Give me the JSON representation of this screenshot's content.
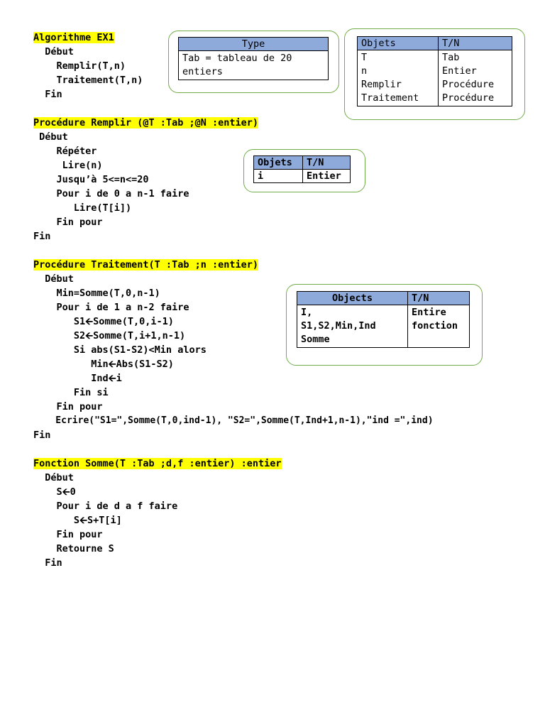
{
  "algorithm": {
    "lines": [
      "Algorithme EX1",
      "  Début",
      "    Remplir(T,n)",
      "    Traitement(T,n)",
      "  Fin"
    ]
  },
  "type_table": {
    "header": "Type",
    "value": [
      "Tab = tableau de 20",
      "entiers"
    ]
  },
  "objects_table_main": {
    "headers": [
      "Objets",
      "T/N"
    ],
    "names": [
      "T",
      "n",
      "Remplir",
      "Traitement"
    ],
    "types": [
      "Tab",
      "Entier",
      "Procédure",
      "Procédure"
    ]
  },
  "remplir": {
    "lines": [
      "Procédure Remplir (@T :Tab ;@N :entier)",
      " Début",
      "    Répéter",
      "     Lire(n)",
      "    Jusqu’à 5<=n<=20",
      "    Pour i de 0 a n-1 faire",
      "       Lire(T[i])",
      "    Fin pour",
      "Fin"
    ]
  },
  "objects_table_remplir": {
    "headers": [
      "Objets",
      "T/N"
    ],
    "names": [
      "i"
    ],
    "types": [
      "Entier"
    ]
  },
  "traitement": {
    "lines": [
      "Procédure Traitement(T :Tab ;n :entier)",
      "  Début",
      "    Min=Somme(T,0,n-1)",
      "    Pour i de 1 a n-2 faire",
      "       S1🡨Somme(T,0,i-1)",
      "       S2🡨Somme(T,i+1,n-1)",
      "       Si abs(S1-S2)<Min alors",
      "          Min🡨Abs(S1-S2)",
      "          Ind🡨i",
      "       Fin si",
      "    Fin pour",
      "    Ecrire(\"S1=\",Somme(T,0,ind-1), \"S2=\",Somme(T,Ind+1,n-1),\"ind =\",ind)",
      "Fin"
    ]
  },
  "objects_table_traitement": {
    "headers": [
      "Objects",
      "T/N"
    ],
    "names": [
      "I,",
      "S1,S2,Min,Ind",
      "Somme"
    ],
    "types": [
      "Entire",
      "fonction"
    ]
  },
  "somme": {
    "lines": [
      "Fonction Somme(T :Tab ;d,f :entier) :entier",
      "  Début",
      "    S🡨0",
      "    Pour i de d a f faire",
      "       S🡨S+T[i]",
      "    Fin pour",
      "    Retourne S",
      "  Fin"
    ]
  }
}
